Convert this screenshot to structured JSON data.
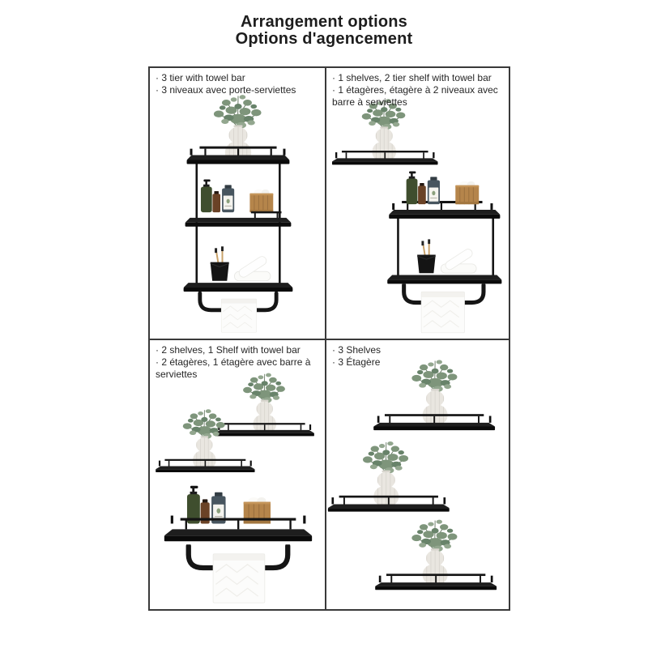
{
  "title": {
    "line1": "Arrangement options",
    "line2": "Options d'agencement"
  },
  "cells": [
    {
      "name": "3-tier-with-towel-bar",
      "lines": [
        "· 3 tier with towel bar",
        "· 3 niveaux avec porte-serviettes"
      ]
    },
    {
      "name": "1-shelf-2-tier-with-towel-bar",
      "lines": [
        "· 1 shelves, 2 tier shelf with towel bar",
        "· 1 étagères, étagère à 2 niveaux avec barre à serviettes"
      ]
    },
    {
      "name": "2-shelves-1-shelf-with-towel-bar",
      "lines": [
        "· 2 shelves, 1 Shelf with towel bar",
        "· 2 étagères, 1 étagère avec barre à serviettes"
      ]
    },
    {
      "name": "3-shelves",
      "lines": [
        "· 3 Shelves",
        "· 3 Étagère"
      ]
    }
  ],
  "colors": {
    "background": "#ffffff",
    "text": "#1f1f1f",
    "grid_border": "#3a3a3a",
    "shelf_black": "#161616",
    "vase_cream": "#e9e6e0",
    "foliage_green": "#7d957c",
    "wood_box_tan": "#b5854b",
    "bottle_green": "#3f4e2e",
    "bottle_amber": "#6a4226",
    "bottle_blue": "#47555f",
    "towel_white": "#fbfbf9"
  }
}
